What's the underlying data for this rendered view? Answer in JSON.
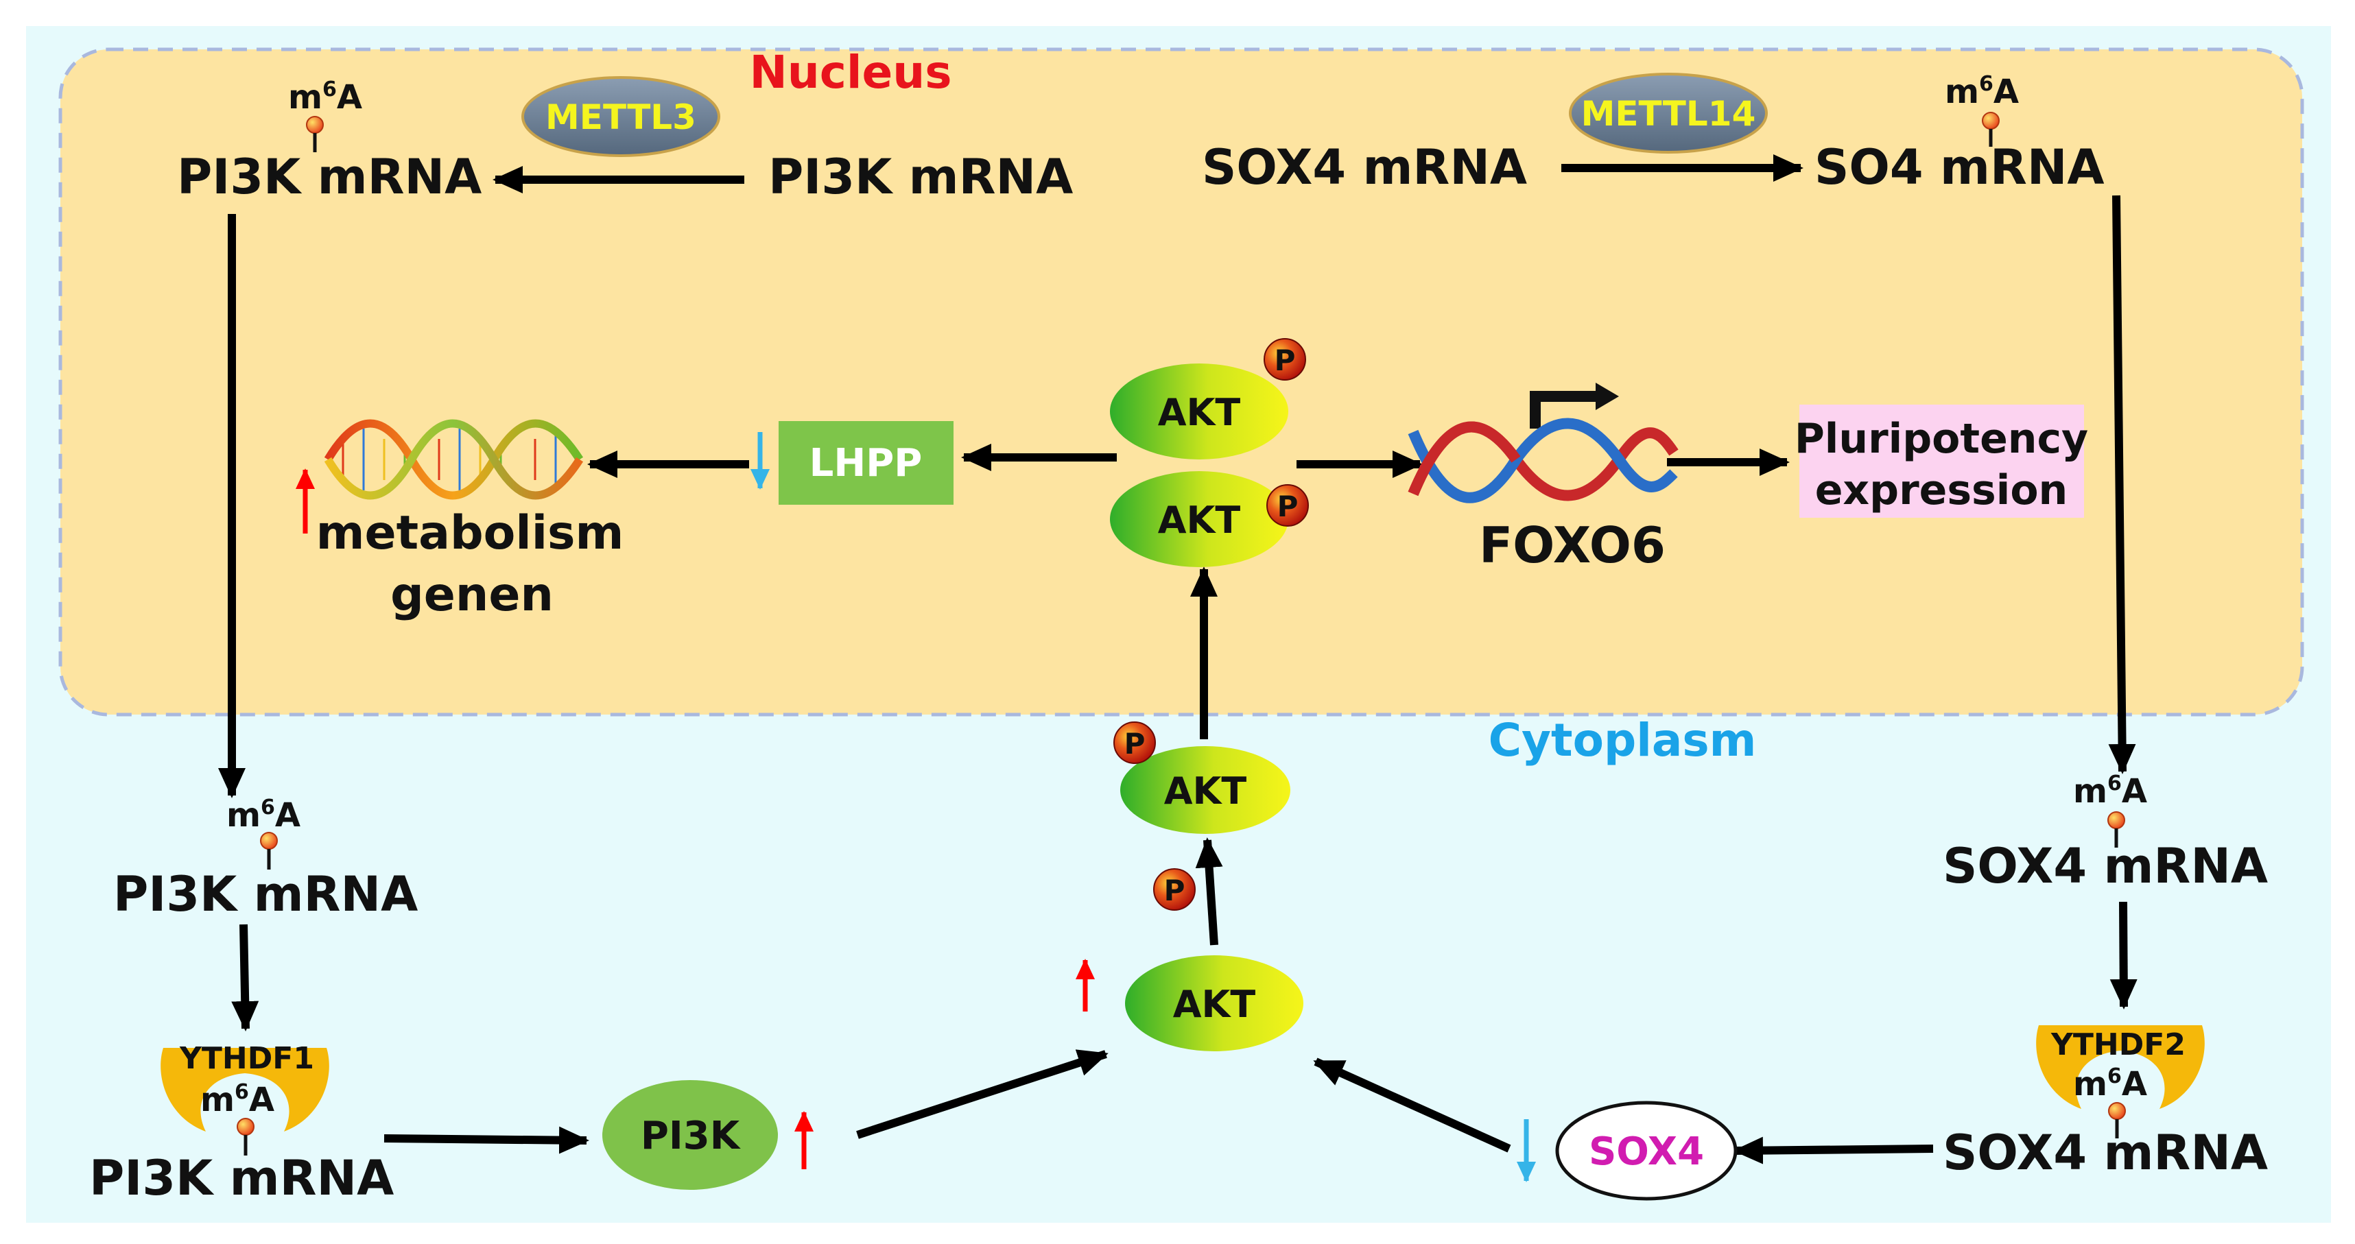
{
  "regions": {
    "nucleus": "Nucleus",
    "cytoplasm": "Cytoplasm"
  },
  "enzymes": {
    "writer_left": "METTL3",
    "writer_right": "METTL14",
    "reader_left": "YTHDF1",
    "reader_right": "YTHDF2"
  },
  "mrna": {
    "pi3k": "PI3K mRNA",
    "sox4": "SOX4 mRNA",
    "so4": "SO4 mRNA"
  },
  "modification": {
    "base": "m",
    "sup": "6",
    "tail": "A"
  },
  "proteins": {
    "akt": "AKT",
    "pi3k": "PI3K",
    "sox4": "SOX4",
    "lhpp": "LHPP",
    "phospho": "P"
  },
  "genes": {
    "foxo6": "FOXO6",
    "metabolism_line1": "metabolism",
    "metabolism_line2": "genen",
    "pluripotency_line1": "Pluripotency",
    "pluripotency_line2": "expression"
  },
  "colors": {
    "background": "#e6fafc",
    "nucleus_fill": "#fde4a1",
    "nucleus_border": "#a9b8de",
    "nucleus_label": "#e8141c",
    "cytoplasm_label": "#1aa3e8",
    "enzyme_fill": "#6e8196",
    "enzyme_text": "#f5f51e",
    "reader_fill": "#f5b80a",
    "pi3k_protein": "#7fc24a",
    "lhpp_box": "#7ec54a",
    "sox4_text": "#d11cb0",
    "pluripotency_box": "#fcd3f0",
    "up_arrow": "#ff0000",
    "down_arrow": "#35b4e8",
    "phospho_fill": "#d9240f"
  }
}
